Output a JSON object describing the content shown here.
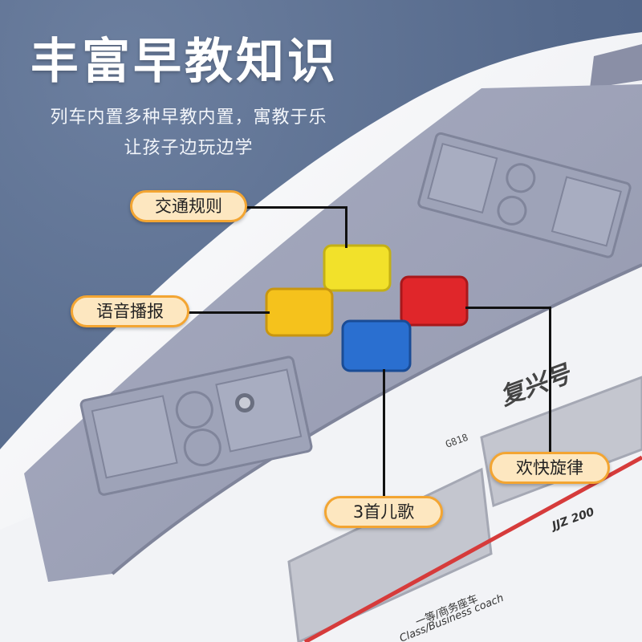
{
  "header": {
    "title": "丰富早教知识",
    "subtitle_line1": "列车内置多种早教内置，寓教于乐",
    "subtitle_line2": "让孩子边玩边学"
  },
  "callouts": {
    "traffic_rules": "交通规则",
    "voice_broadcast": "语音播报",
    "happy_melody": "欢快旋律",
    "three_songs": "3首儿歌"
  },
  "train_markings": {
    "name": "复兴号",
    "number": "G818",
    "code": "JJZ 200",
    "car_class": "一等/商务座车",
    "car_class_en": "Class/Business coach"
  },
  "colors": {
    "button_yellow": "#f2e12a",
    "button_orange_yellow": "#f5c21c",
    "button_red": "#e0262a",
    "button_blue": "#2a6fd0",
    "callout_border": "#f3a532",
    "callout_fill": "#fde7c0",
    "stripe_red": "#d63b3b"
  }
}
